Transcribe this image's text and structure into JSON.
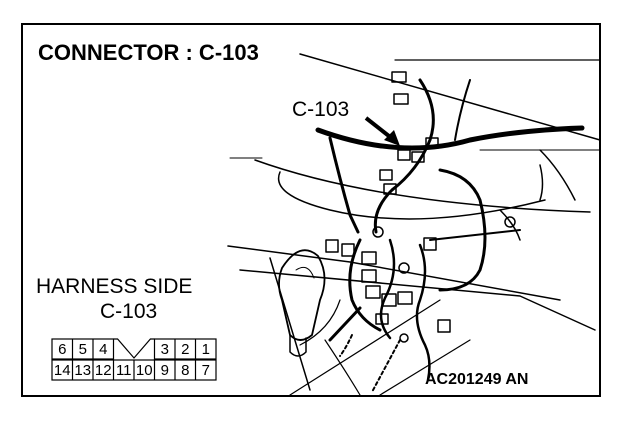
{
  "diagram": {
    "title": "CONNECTOR : C-103",
    "callout_label": "C-103",
    "harness_label_line1": "HARNESS SIDE",
    "harness_label_line2": "C-103",
    "figure_code": "AC201249 AN",
    "connector_pins": {
      "top_row": [
        "6",
        "5",
        "4",
        "3",
        "2",
        "1"
      ],
      "bottom_row": [
        "14",
        "13",
        "12",
        "11",
        "10",
        "9",
        "8",
        "7"
      ]
    }
  }
}
